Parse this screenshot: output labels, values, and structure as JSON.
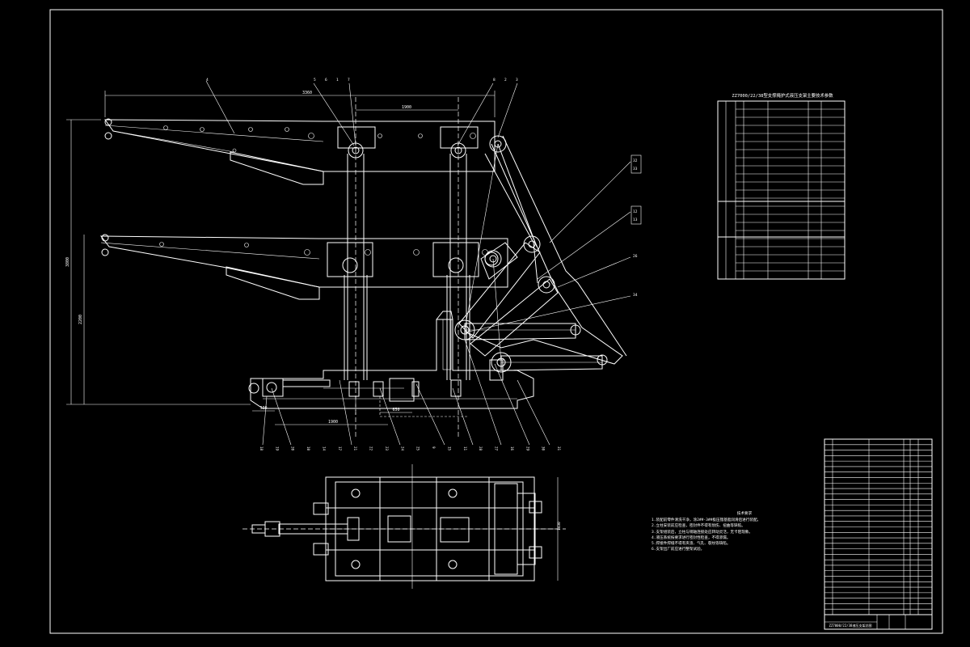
{
  "drawing": {
    "table_title": "ZZ7000/22/38型支撑掩护式液压支架主要技术参数",
    "title_block_name": "ZZ7000/22/38液压支架总图",
    "notes_title": "技术要求",
    "notes": [
      "1.装配前零件清洗干净，涂2##-3##极压锂基脂润滑后进行装配。",
      "2.立柱安装前应检查，密封件不得有划伤、扭曲等缺陷。",
      "3.支架组装后，立柱与销轴连接处应转动灵活，无卡阻现象。",
      "4.液压系统按要求进行密封性检查，不得渗漏。",
      "5.焊接件焊缝不得有夹渣、气孔、裂纹等缺陷。",
      "6.支架出厂前应进行整架试验。"
    ],
    "dims": {
      "top_len": "3360",
      "col_spacing": "1900",
      "height_max": "3800",
      "height_min": "2200",
      "base_a": "1900",
      "base_b": "650",
      "base_c": "300",
      "plan_w": "1430"
    },
    "balloons_top": [
      "4",
      "5",
      "6",
      "1",
      "7",
      "8",
      "2",
      "3"
    ],
    "balloons_right": [
      "32",
      "33",
      "12",
      "13",
      "26",
      "34"
    ],
    "balloons_bottom": [
      "18",
      "19",
      "20",
      "10",
      "14",
      "17",
      "21",
      "22",
      "23",
      "24",
      "25",
      "9",
      "15",
      "11",
      "28",
      "27",
      "16",
      "29",
      "30",
      "31"
    ]
  }
}
